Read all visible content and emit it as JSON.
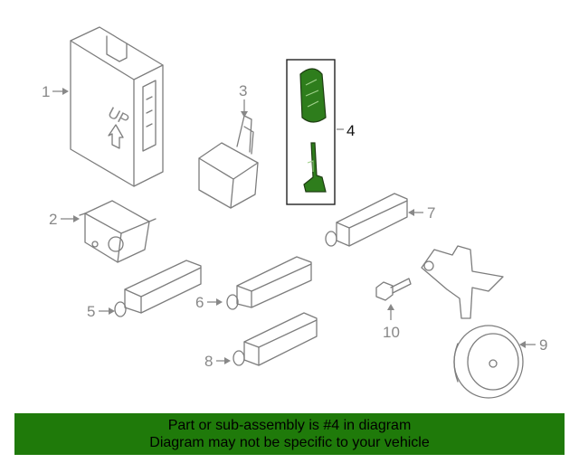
{
  "callouts": {
    "c1": "1",
    "c2": "2",
    "c3": "3",
    "c4": "4",
    "c5": "5",
    "c6": "6",
    "c7": "7",
    "c8": "8",
    "c9": "9",
    "c10": "10"
  },
  "banner": {
    "line1": "Part or sub-assembly is #4 in diagram",
    "line2": "Diagram may not be specific to your vehicle"
  },
  "colors": {
    "highlight": "#2e7d1c",
    "banner": "#1f7a0a",
    "line_art": "#7d7d7d"
  }
}
